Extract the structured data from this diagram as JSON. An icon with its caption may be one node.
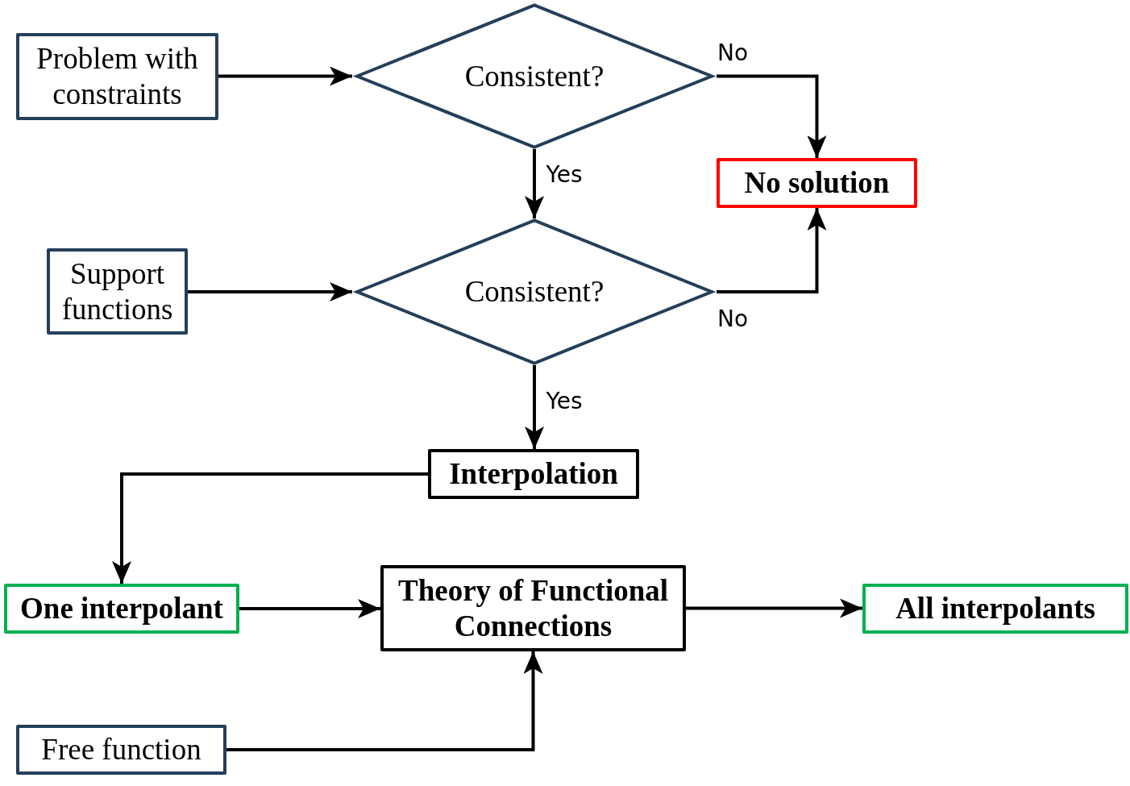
{
  "diagram": {
    "nodes": [
      {
        "text": [
          "Problem with constraints"
        ]
      },
      {
        "text": [
          "Consistent?"
        ]
      },
      {
        "text": [
          "No solution"
        ]
      },
      {
        "text": [
          "Support functions"
        ]
      },
      {
        "text": [
          "Consistent?"
        ]
      },
      {
        "text": [
          "Interpolation"
        ]
      },
      {
        "text": [
          "One interpolant"
        ]
      },
      {
        "text": [
          "Theory of Functional Connections"
        ]
      },
      {
        "text": [
          "All interpolants"
        ]
      },
      {
        "text": [
          "Free function"
        ]
      }
    ],
    "edges": [
      {
        "from": 0,
        "to": 1,
        "arrow": "to"
      },
      {
        "from": 1,
        "to": 2,
        "arrow": "to",
        "label": "No"
      },
      {
        "from": 1,
        "to": 4,
        "arrow": "to",
        "label": "Yes"
      },
      {
        "from": 3,
        "to": 4,
        "arrow": "to"
      },
      {
        "from": 4,
        "to": 2,
        "arrow": "to",
        "label": "No"
      },
      {
        "from": 4,
        "to": 5,
        "arrow": "to",
        "label": "Yes"
      },
      {
        "from": 5,
        "to": 6,
        "arrow": "to"
      },
      {
        "from": 6,
        "to": 7,
        "arrow": "to"
      },
      {
        "from": 7,
        "to": 8,
        "arrow": "to"
      },
      {
        "from": 9,
        "to": 7,
        "arrow": "to"
      }
    ]
  }
}
